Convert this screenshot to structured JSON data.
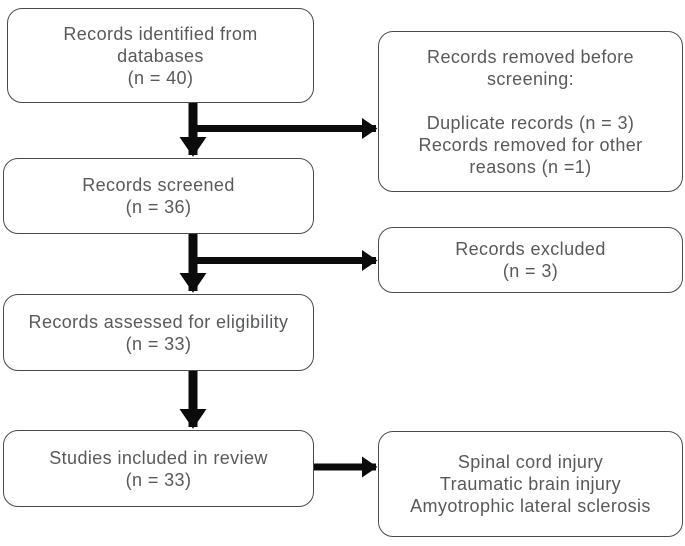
{
  "colors": {
    "background": "#ffffff",
    "box_border": "#4a4a4c",
    "text": "#58595b",
    "arrow": "#0b0b0b"
  },
  "nodes": {
    "identified": {
      "text": "Records identified from\ndatabases\n(n = 40)"
    },
    "removed": {
      "text": "Records removed before\nscreening:\n\nDuplicate records (n = 3)\nRecords removed for other\nreasons (n =1)"
    },
    "screened": {
      "text": "Records screened\n(n = 36)"
    },
    "excluded": {
      "text": "Records excluded\n(n = 3)"
    },
    "assessed": {
      "text": "Records assessed for eligibility\n(n = 33)"
    },
    "included": {
      "text": "Studies included in review\n(n = 33)"
    },
    "conditions": {
      "text": "Spinal cord injury\nTraumatic brain injury\nAmyotrophic lateral sclerosis"
    }
  },
  "edges": [
    {
      "from": "identified",
      "to": "screened"
    },
    {
      "from": "identified",
      "to": "removed"
    },
    {
      "from": "screened",
      "to": "assessed"
    },
    {
      "from": "screened",
      "to": "excluded"
    },
    {
      "from": "assessed",
      "to": "included"
    },
    {
      "from": "included",
      "to": "conditions"
    }
  ]
}
